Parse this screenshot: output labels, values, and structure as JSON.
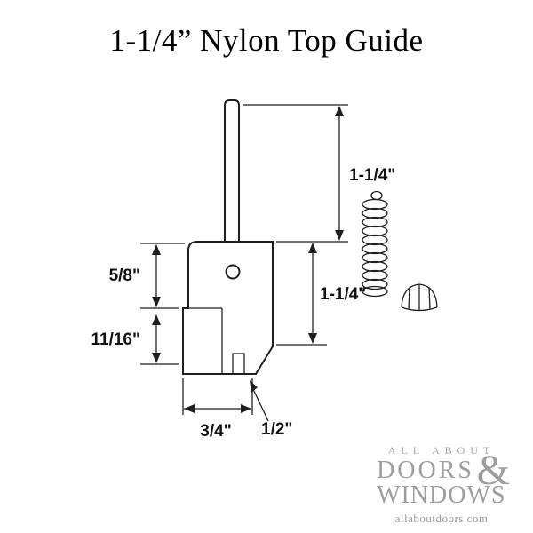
{
  "title": "1-1/4” Nylon Top Guide",
  "dimensions": {
    "stem_height": "1-1/4\"",
    "body_height": "1-1/4\"",
    "upper_body": "5/8\"",
    "lower_body": "11/16\"",
    "base_width": "3/4\"",
    "base_depth": "1/2\""
  },
  "logo": {
    "tagline": "ALL ABOUT",
    "word1": "DOORS",
    "ampersand": "&",
    "word2": "WINDOWS",
    "website": "allaboutdoors.com"
  }
}
